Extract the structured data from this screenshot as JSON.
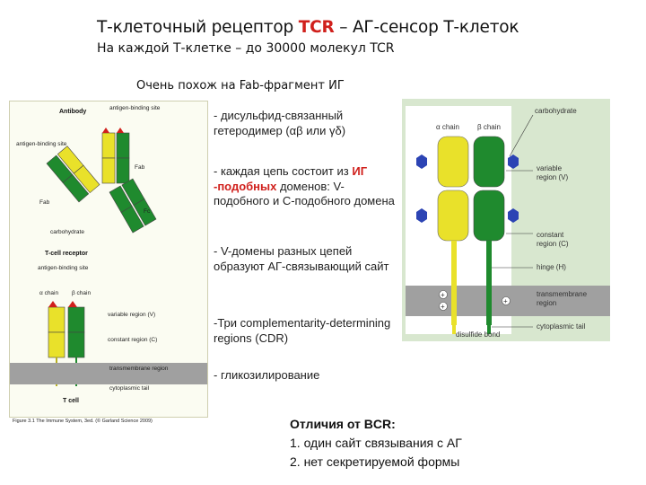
{
  "title": {
    "prefix": "Т-клеточный рецептор ",
    "highlight": "TCR",
    "suffix": " – АГ-сенсор Т-клеток"
  },
  "subtitle": "На каждой Т-клетке – до 30000 молекул TCR",
  "similar_note": "Очень похож на Fab-фрагмент ИГ",
  "bullets": {
    "b1": "- дисульфид-связанный гетеродимер (αβ или γδ)",
    "b2_part1": "- каждая цепь состоит из ",
    "b2_red": "ИГ -подобных",
    "b2_part2": " доменов: V-подобного и C-подобного домена",
    "b3": "- V-домены разных цепей образуют АГ-связывающий сайт",
    "b4": "-Три complementarity-determining regions (CDR)",
    "b5": "- гликозилирование"
  },
  "differences": {
    "heading": "Отличия от BCR:",
    "items": [
      "1. один сайт связывания с АГ",
      "2. нет секретируемой формы"
    ]
  },
  "figure_left": {
    "antibody_label": "Antibody",
    "abs_label": "antigen-binding site",
    "abs_label_left": "antigen-binding site",
    "fab": "Fab",
    "fab2": "Fab",
    "fc": "Fc",
    "carbohydrate": "carbohydrate",
    "tcr_label": "T-cell receptor",
    "tcr_abs": "antigen-binding site",
    "alpha_chain": "α chain",
    "beta_chain": "β chain",
    "variable": "variable region (V)",
    "constant": "constant region (C)",
    "transmembrane": "transmembrane region",
    "cytoplasmic": "cytoplasmic tail",
    "tcell": "T cell",
    "caption": "Figure 3.1 The Immune System, 3ed. (© Garland Science 2009)"
  },
  "figure_right": {
    "alpha_chain": "α chain",
    "beta_chain": "β chain",
    "carbohydrate": "carbohydrate",
    "variable": "variable region (V)",
    "constant": "constant region (C)",
    "hinge": "hinge (H)",
    "transmembrane": "transmembrane region",
    "cytoplasmic": "cytoplasmic tail",
    "disulfide": "disulfide bond",
    "plus": "+"
  },
  "colors": {
    "yellow": "#e9e12a",
    "green": "#1f8a2e",
    "blue": "#2c44b4",
    "red": "#d0201c",
    "membrane": "#a0a0a0"
  }
}
